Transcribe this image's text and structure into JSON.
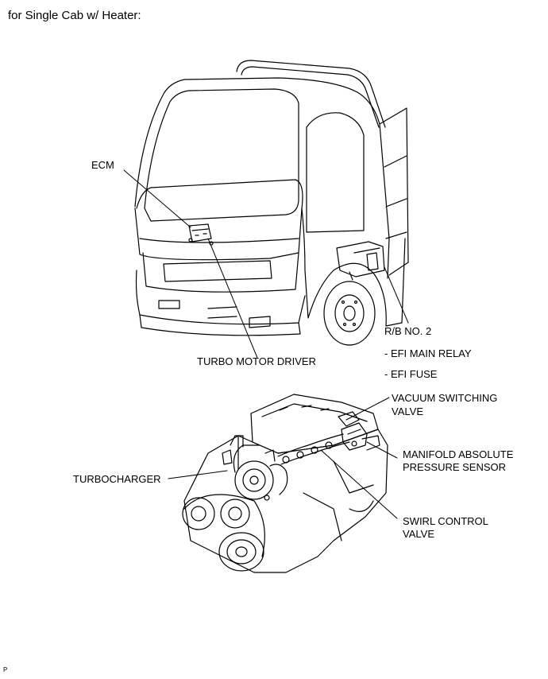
{
  "caption": "for Single Cab w/ Heater:",
  "labels": {
    "ecm": "ECM",
    "turbo_motor_driver": "TURBO MOTOR DRIVER",
    "rb_no2": "R/B NO. 2",
    "efi_main_relay": "- EFI MAIN RELAY",
    "efi_fuse": "- EFI FUSE",
    "vsv_line1": "VACUUM SWITCHING",
    "vsv_line2": "VALVE",
    "map_line1": "MANIFOLD ABSOLUTE",
    "map_line2": "PRESSURE SENSOR",
    "turbocharger": "TURBOCHARGER",
    "scv_line1": "SWIRL CONTROL",
    "scv_line2": "VALVE"
  },
  "figure_code": "P"
}
